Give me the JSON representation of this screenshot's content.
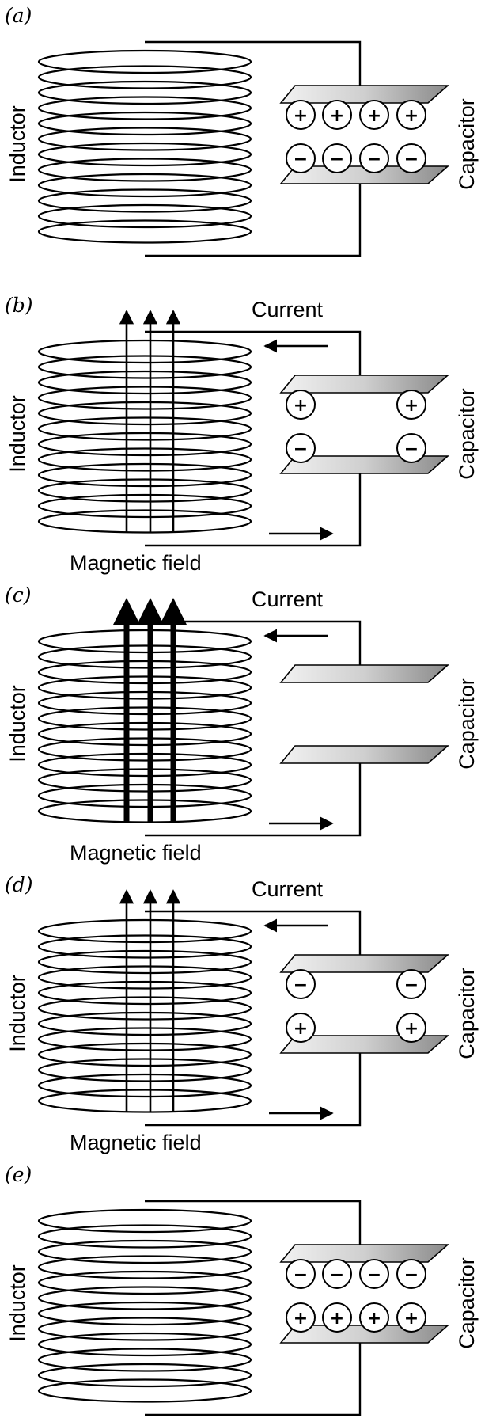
{
  "panels": [
    {
      "id": "a",
      "label": "(a)",
      "inductor_label": "Inductor",
      "capacitor_label": "Capacitor",
      "current_label": "",
      "field_label": "",
      "state": {
        "top_charges": [
          "+",
          "+",
          "+",
          "+"
        ],
        "bottom_charges": [
          "−",
          "−",
          "−",
          "−"
        ],
        "field_arrows": "none",
        "current_arrows": false
      }
    },
    {
      "id": "b",
      "label": "(b)",
      "inductor_label": "Inductor",
      "capacitor_label": "Capacitor",
      "current_label": "Current",
      "field_label": "Magnetic field",
      "state": {
        "top_charges": [
          "+",
          "+"
        ],
        "bottom_charges": [
          "−",
          "−"
        ],
        "field_arrows": "thin",
        "current_arrows": true
      }
    },
    {
      "id": "c",
      "label": "(c)",
      "inductor_label": "Inductor",
      "capacitor_label": "Capacitor",
      "current_label": "Current",
      "field_label": "Magnetic field",
      "state": {
        "top_charges": [],
        "bottom_charges": [],
        "field_arrows": "thick",
        "current_arrows": true
      }
    },
    {
      "id": "d",
      "label": "(d)",
      "inductor_label": "Inductor",
      "capacitor_label": "Capacitor",
      "current_label": "Current",
      "field_label": "Magnetic field",
      "state": {
        "top_charges": [
          "−",
          "−"
        ],
        "bottom_charges": [
          "+",
          "+"
        ],
        "field_arrows": "thin",
        "current_arrows": true
      }
    },
    {
      "id": "e",
      "label": "(e)",
      "inductor_label": "Inductor",
      "capacitor_label": "Capacitor",
      "current_label": "",
      "field_label": "",
      "state": {
        "top_charges": [
          "−",
          "−",
          "−",
          "−"
        ],
        "bottom_charges": [
          "+",
          "+",
          "+",
          "+"
        ],
        "field_arrows": "none",
        "current_arrows": false
      }
    }
  ]
}
